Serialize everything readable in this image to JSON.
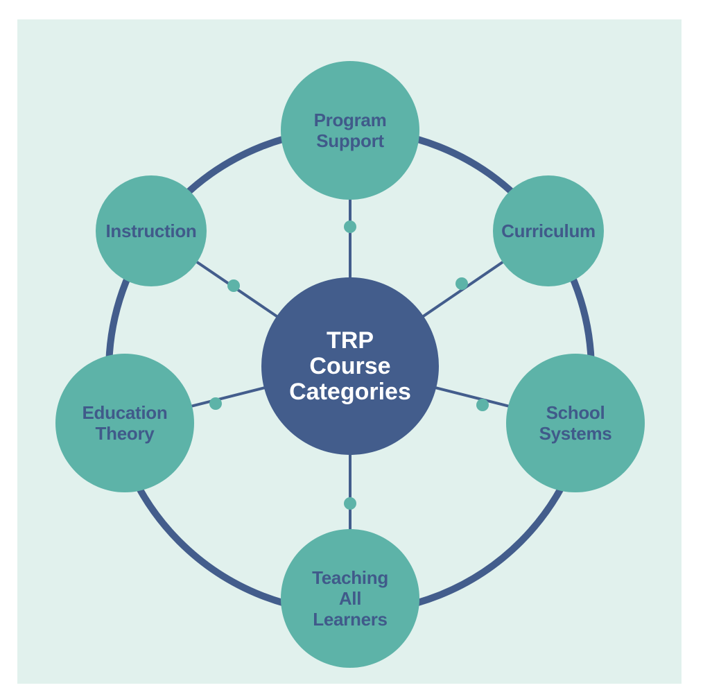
{
  "colors": {
    "background": "#e1f1ed",
    "ring": "#435d8c",
    "node_fill": "#5db3a8",
    "center_fill": "#435d8c",
    "node_text": "#405a8a",
    "center_text": "#ffffff"
  },
  "center": {
    "lines": [
      "TRP",
      "Course",
      "Categories"
    ]
  },
  "nodes": [
    {
      "id": "program-support",
      "lines": [
        "Program",
        "Support"
      ]
    },
    {
      "id": "curriculum",
      "lines": [
        "Curriculum"
      ]
    },
    {
      "id": "school-systems",
      "lines": [
        "School",
        "Systems"
      ]
    },
    {
      "id": "teaching-all-learners",
      "lines": [
        "Teaching",
        "All",
        "Learners"
      ]
    },
    {
      "id": "education-theory",
      "lines": [
        "Education",
        "Theory"
      ]
    },
    {
      "id": "instruction",
      "lines": [
        "Instruction"
      ]
    }
  ]
}
